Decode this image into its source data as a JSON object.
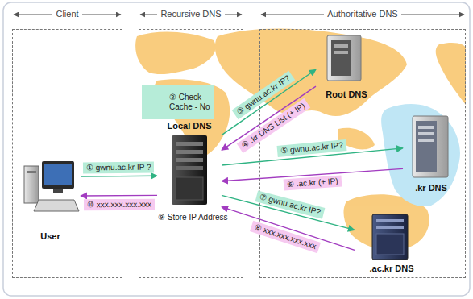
{
  "diagram": {
    "nodes": [
      {
        "text": [
          "Client"
        ]
      },
      {
        "text": [
          "User"
        ],
        "in": 0
      },
      {
        "text": [
          "Recursive DNS"
        ]
      },
      {
        "text": [
          "② Check Cache - No"
        ],
        "in": 2
      },
      {
        "text": [
          "Local DNS"
        ],
        "in": 2
      },
      {
        "text": [
          "Authoritative DNS"
        ]
      },
      {
        "text": [
          "Root DNS"
        ],
        "in": 5
      },
      {
        "text": [
          ".kr DNS"
        ],
        "in": 5
      },
      {
        "text": [
          ".ac.kr DNS"
        ],
        "in": 5
      }
    ],
    "edges": [
      {
        "from": 1,
        "to": 4,
        "arrow": "to",
        "label": "① gwnu.ac.kr IP ?"
      },
      {
        "from": 4,
        "to": 6,
        "arrow": "to",
        "label": "③ gwnu.ac.kr IP?"
      },
      {
        "from": 6,
        "to": 4,
        "arrow": "to",
        "label": "④ .kr DNS List (+ IP)"
      },
      {
        "from": 4,
        "to": 7,
        "arrow": "to",
        "label": "⑤ gwnu.ac.kr IP?"
      },
      {
        "from": 7,
        "to": 4,
        "arrow": "to",
        "label": "⑥ .ac.kr (+ IP)"
      },
      {
        "from": 4,
        "to": 8,
        "arrow": "to",
        "label": "⑦ gwnu.ac.kr IP?"
      },
      {
        "from": 8,
        "to": 4,
        "arrow": "to",
        "label": "⑧ xxx.xxx.xxx.xxx"
      },
      {
        "from": 4,
        "to": 1,
        "arrow": "to",
        "label": "⑩ xxx.xxx.xxx.xxx"
      }
    ],
    "labels": [
      "⑨ Store IP Address"
    ]
  }
}
